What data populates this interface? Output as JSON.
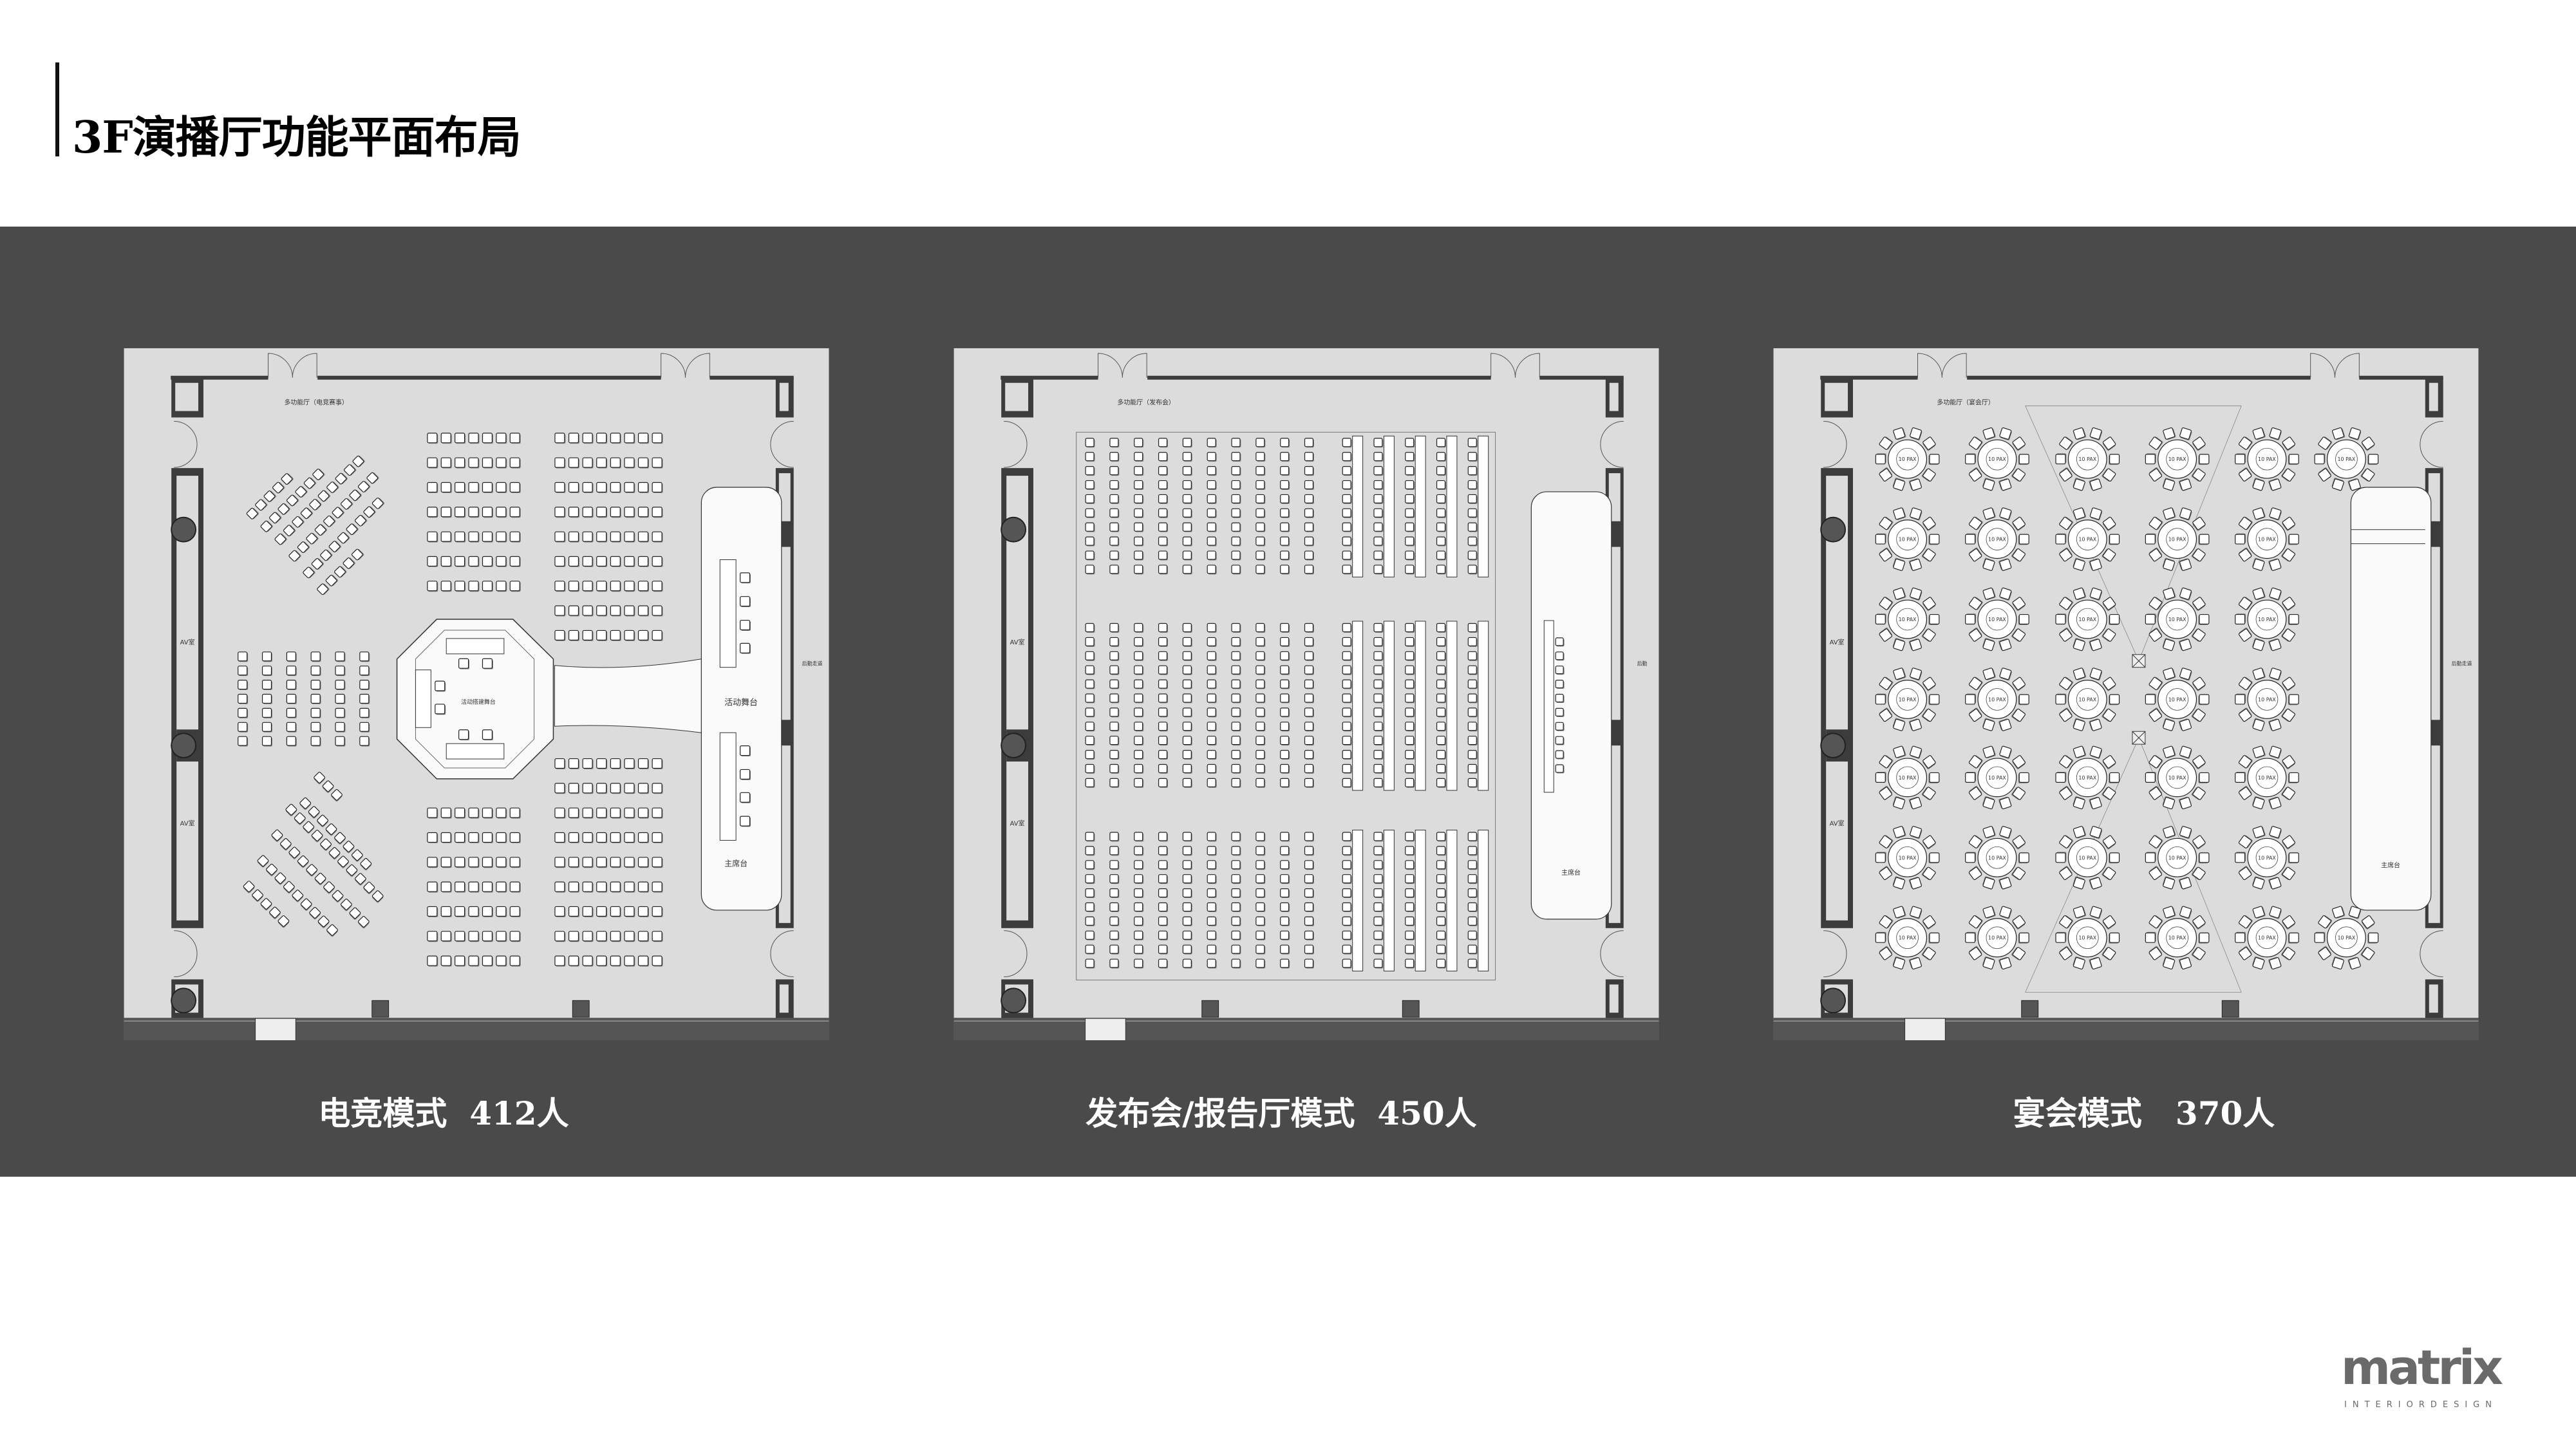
{
  "title": "3F演播厅功能平面布局",
  "plans": [
    {
      "hall_label": "多功能厅（电竞赛事）",
      "caption": "电竞模式  412人",
      "av_room": "AV室",
      "center_stage": "活动搭建舞台",
      "stage_label": "活动舞台",
      "head_table": "主席台",
      "corridor": "后勤走道"
    },
    {
      "hall_label": "多功能厅（发布会）",
      "caption": "发布会/报告厅模式  450人",
      "av_room": "AV室",
      "head_table": "主席台",
      "corridor": "后勤"
    },
    {
      "hall_label": "多功能厅（宴会厅）",
      "caption": "宴会模式   370人",
      "av_room": "AV室",
      "head_table": "主席台",
      "corridor": "后勤走道",
      "table_label": "10 PAX"
    }
  ],
  "logo": {
    "word": "matrix",
    "sub": "INTERIORDESIGN"
  },
  "colors": {
    "band": "#4a4a4a",
    "floor": "#dcdcdc",
    "wall": "#3c3c3c"
  }
}
